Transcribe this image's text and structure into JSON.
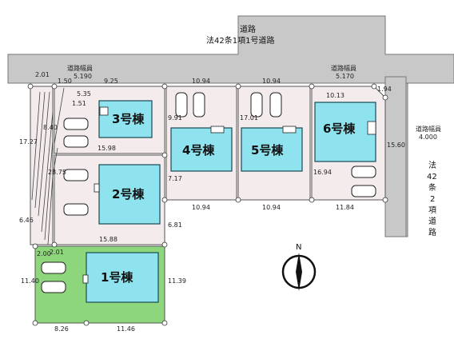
{
  "roads": {
    "north": {
      "line1": "道路",
      "line2": "法42条1項1号道路"
    },
    "east_label_chars": [
      "法",
      "42",
      "条",
      "2",
      "項",
      "道",
      "路"
    ],
    "widths": [
      {
        "label": "道路幅員",
        "value": "5.190"
      },
      {
        "label": "道路幅員",
        "value": "5.170"
      },
      {
        "label": "道路幅員",
        "value": "4.000"
      }
    ]
  },
  "buildings": {
    "b1": "1号棟",
    "b2": "2号棟",
    "b3": "3号棟",
    "b4": "4号棟",
    "b5": "5号棟",
    "b6": "6号棟"
  },
  "compass": {
    "label": "N"
  },
  "dimensions": {
    "d_2_01_top": "2.01",
    "d_1_50": "1.50",
    "d_9_25": "9.25",
    "d_10_94_a": "10.94",
    "d_10_94_b": "10.94",
    "d_10_13": "10.13",
    "d_1_94": "1.94",
    "d_5_35": "5.35",
    "d_1_51": "1.51",
    "d_17_27": "17.27",
    "d_8_40": "8.40",
    "d_23_75": "23.75",
    "d_15_98": "15.98",
    "d_9_91": "9.91",
    "d_17_01": "17.01",
    "d_15_60": "15.60",
    "d_16_94": "16.94",
    "d_7_17": "7.17",
    "d_6_46": "6.46",
    "d_15_88": "15.88",
    "d_10_94_c": "10.94",
    "d_10_94_d": "10.94",
    "d_11_84": "11.84",
    "d_6_81": "6.81",
    "d_2_00": "2.00",
    "d_2_01_bottom": "2.01",
    "d_11_40": "11.40",
    "d_11_39": "11.39",
    "d_8_26": "8.26",
    "d_11_46": "11.46"
  },
  "colors": {
    "road": "#c8c8c8",
    "lot": "#f4ecec",
    "lot1": "#8ed67c",
    "building": "#8fe3ef",
    "building_stroke": "#1a4a55",
    "lot_stroke": "#555555"
  }
}
